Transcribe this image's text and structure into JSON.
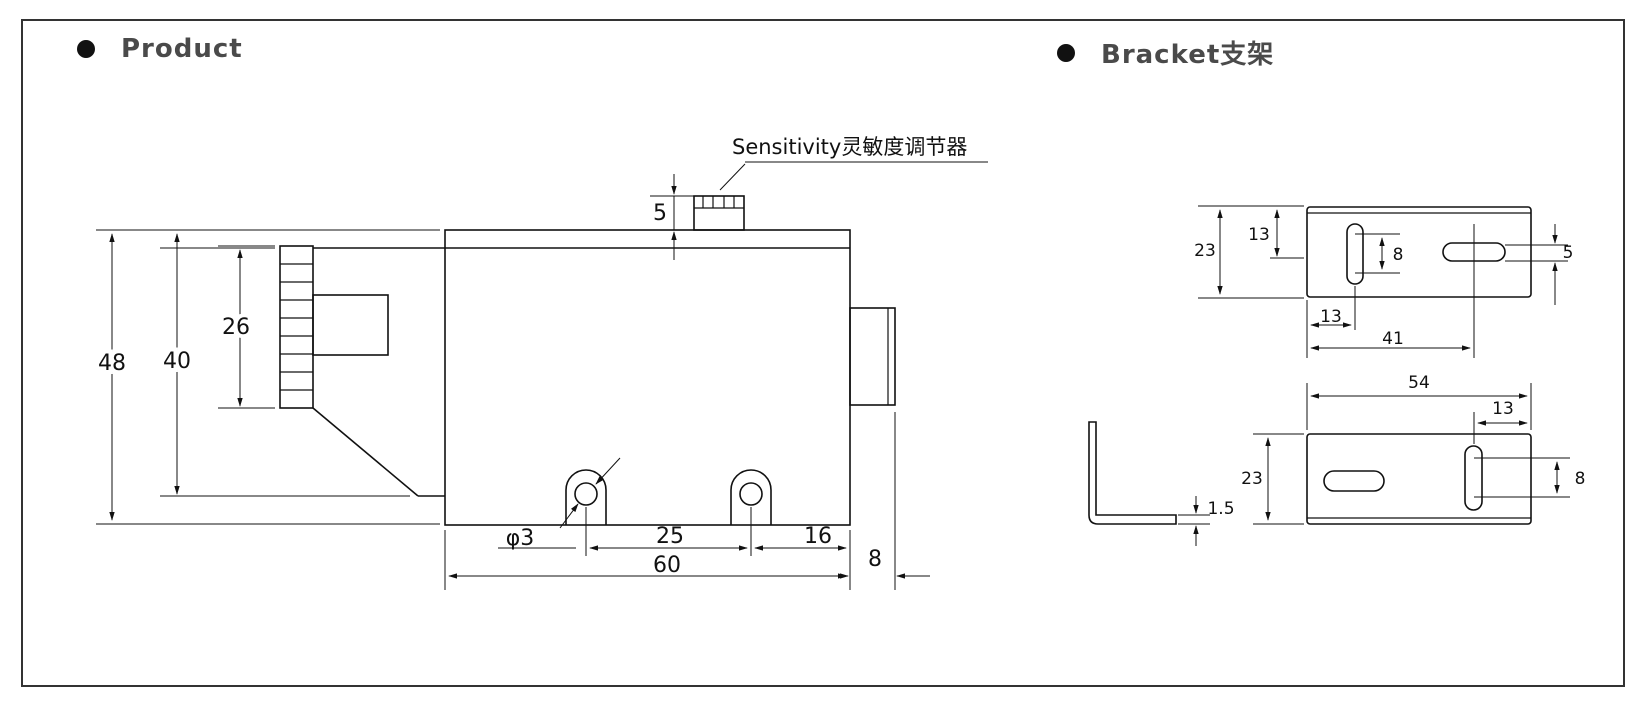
{
  "headings": {
    "product": "Product",
    "bracket": "Bracket支架"
  },
  "product": {
    "callout": "Sensitivity灵敏度调节器",
    "dims": {
      "knob_height": "5",
      "overall_height": "48",
      "body_height": "40",
      "lens_height": "26",
      "hole_dia": "φ3",
      "hole_spacing": "25",
      "hole_edge": "16",
      "length": "60",
      "connector": "8"
    }
  },
  "bracket": {
    "top_view": {
      "height": "23",
      "slot_offset": "13",
      "slot_len": "8",
      "slot_w": "5",
      "left_offset": "13",
      "slot_spacing": "41"
    },
    "bottom_view": {
      "width": "54",
      "right_offset": "13",
      "height": "23",
      "slot_len": "8"
    },
    "side_view": {
      "thickness": "1.5"
    }
  },
  "colors": {
    "line": "#111111",
    "heading": "#4a4a4a",
    "frame": "#333333"
  }
}
